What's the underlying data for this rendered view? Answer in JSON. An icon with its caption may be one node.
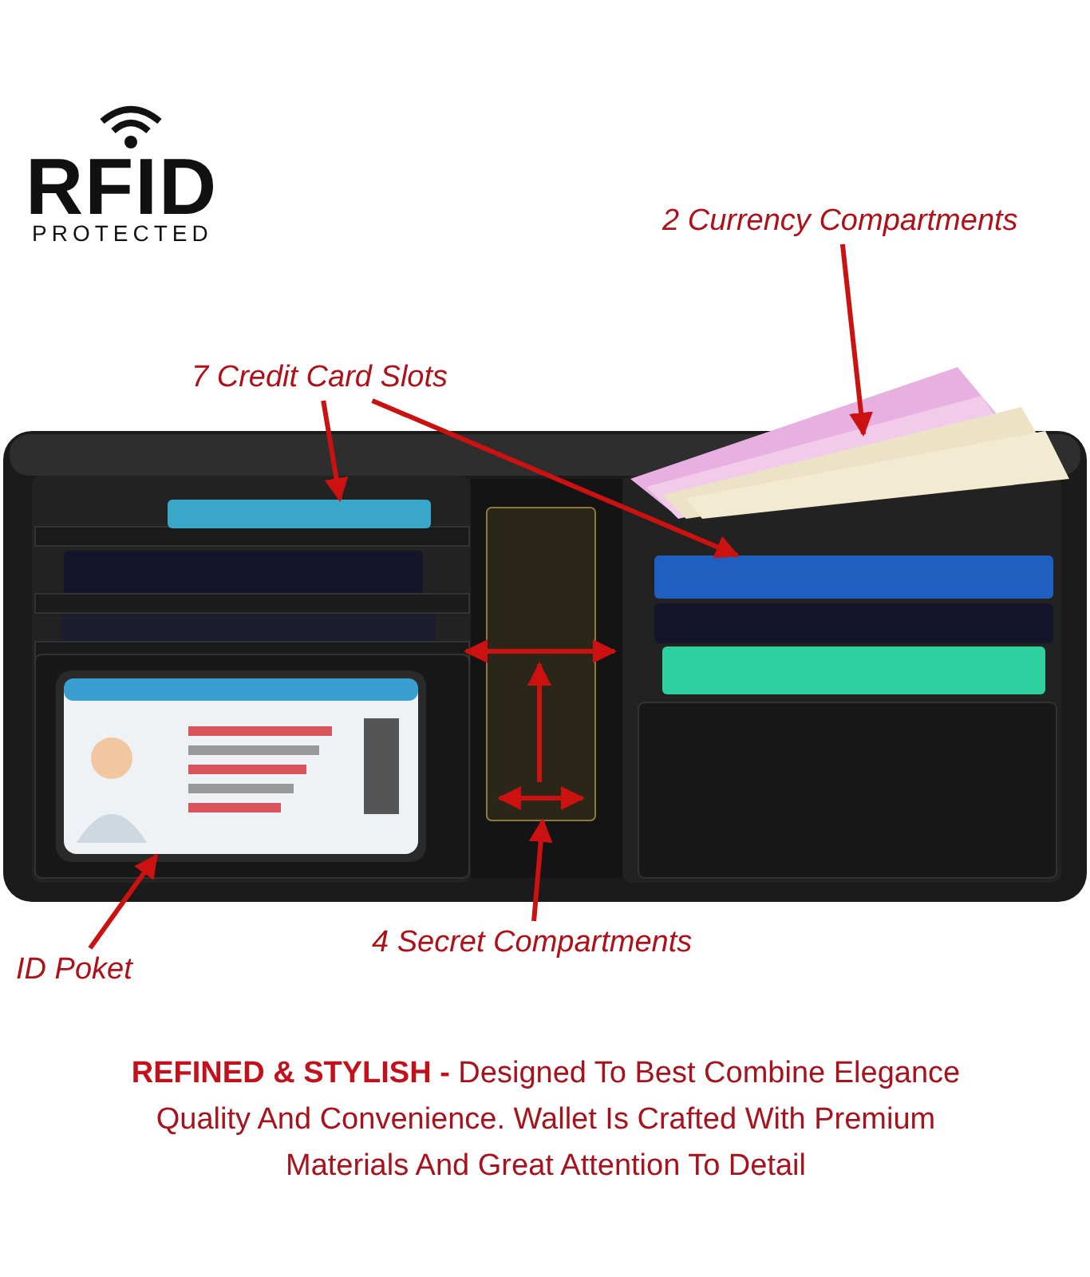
{
  "diagram": {
    "caption": "**REFINED & STYLISH -** Designed To Best Combine Elegance Quality And Convenience. Wallet Is Crafted With Premium Materials And Great Attention To Detail",
    "nodes": [
      {
        "text": [
          "2 Currency Compartments"
        ]
      },
      {
        "text": [
          "7 Credit Card Slots"
        ]
      },
      {
        "text": [
          "4 Secret Compartments"
        ]
      },
      {
        "text": [
          "ID Poket"
        ]
      },
      {
        "text": [],
        "shape": "picture"
      },
      {
        "text": [],
        "shape": "box"
      },
      {
        "text": [],
        "shape": "box"
      },
      {
        "text": [],
        "shape": "box"
      },
      {
        "text": [],
        "shape": "picture"
      }
    ],
    "edges": [
      {
        "from": 0,
        "to": 4,
        "arrow": "to"
      },
      {
        "from": 1,
        "to": 5,
        "arrow": "to"
      },
      {
        "from": 1,
        "to": 6,
        "arrow": "to"
      },
      {
        "from": 2,
        "to": 7,
        "arrow": "to"
      },
      {
        "from": 3,
        "to": 8,
        "arrow": "to"
      }
    ],
    "labels": [
      "RFID",
      "PROTECTED"
    ]
  }
}
